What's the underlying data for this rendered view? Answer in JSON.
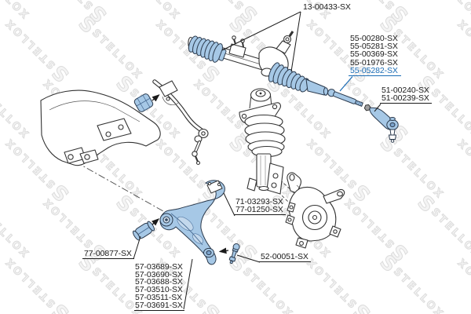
{
  "colors": {
    "highlight": "#a6c8e6",
    "link": "#1a6cb5",
    "line": "#1a1a1a",
    "watermark": "#dcdcdc"
  },
  "watermark": {
    "text": "STELLOX",
    "logo": "S"
  },
  "labels": {
    "boot_kit": {
      "text": "13-00433-SX"
    },
    "inner_tie_rod_group": {
      "items": [
        "55-00280-SX",
        "55-05281-SX",
        "55-00369-SX",
        "55-01976-SX"
      ],
      "selected": "55-05282-SX"
    },
    "tie_rod_end_group": {
      "items": [
        "51-00240-SX",
        "51-00239-SX"
      ]
    },
    "rear_bushing_group": {
      "items": [
        "71-03293-SX",
        "77-01250-SX"
      ]
    },
    "ball_stud": {
      "text": "52-00051-SX"
    },
    "front_bushing": {
      "text": "77-00877-SX"
    },
    "control_arm_group": {
      "items": [
        "57-03689-SX",
        "57-03690-SX",
        "57-03688-SX",
        "57-03510-SX",
        "57-03511-SX",
        "57-03691-SX"
      ]
    }
  }
}
